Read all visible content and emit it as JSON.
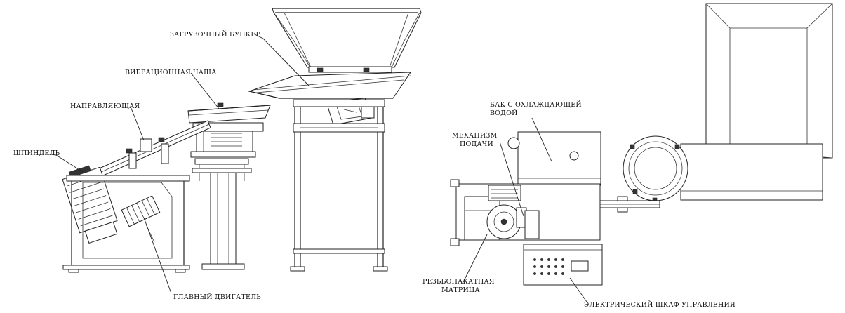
{
  "labels": {
    "hopper": "ЗАГРУЗОЧНЫЙ БУНКЕР",
    "vibro_bowl": "ВИБРАЦИОННАЯ ЧАША",
    "guide": "НАПРАВЛЯЮЩАЯ",
    "spindle": "ШПИНДЕЛЬ",
    "main_motor": "ГЛАВНЫЙ ДВИГАТЕЛЬ",
    "tank_line1": "БАК С ОХЛАЖДАЮЩЕЙ",
    "tank_line2": "ВОДОЙ",
    "feed_line1": "МЕХАНИЗМ",
    "feed_line2": "ПОДАЧИ",
    "die_line1": "РЕЗЬБОНАКАТНАЯ",
    "die_line2": "МАТРИЦА",
    "cabinet": "ЭЛЕКТРИЧЕСКИЙ ШКАФ УПРАВЛЕНИЯ"
  }
}
